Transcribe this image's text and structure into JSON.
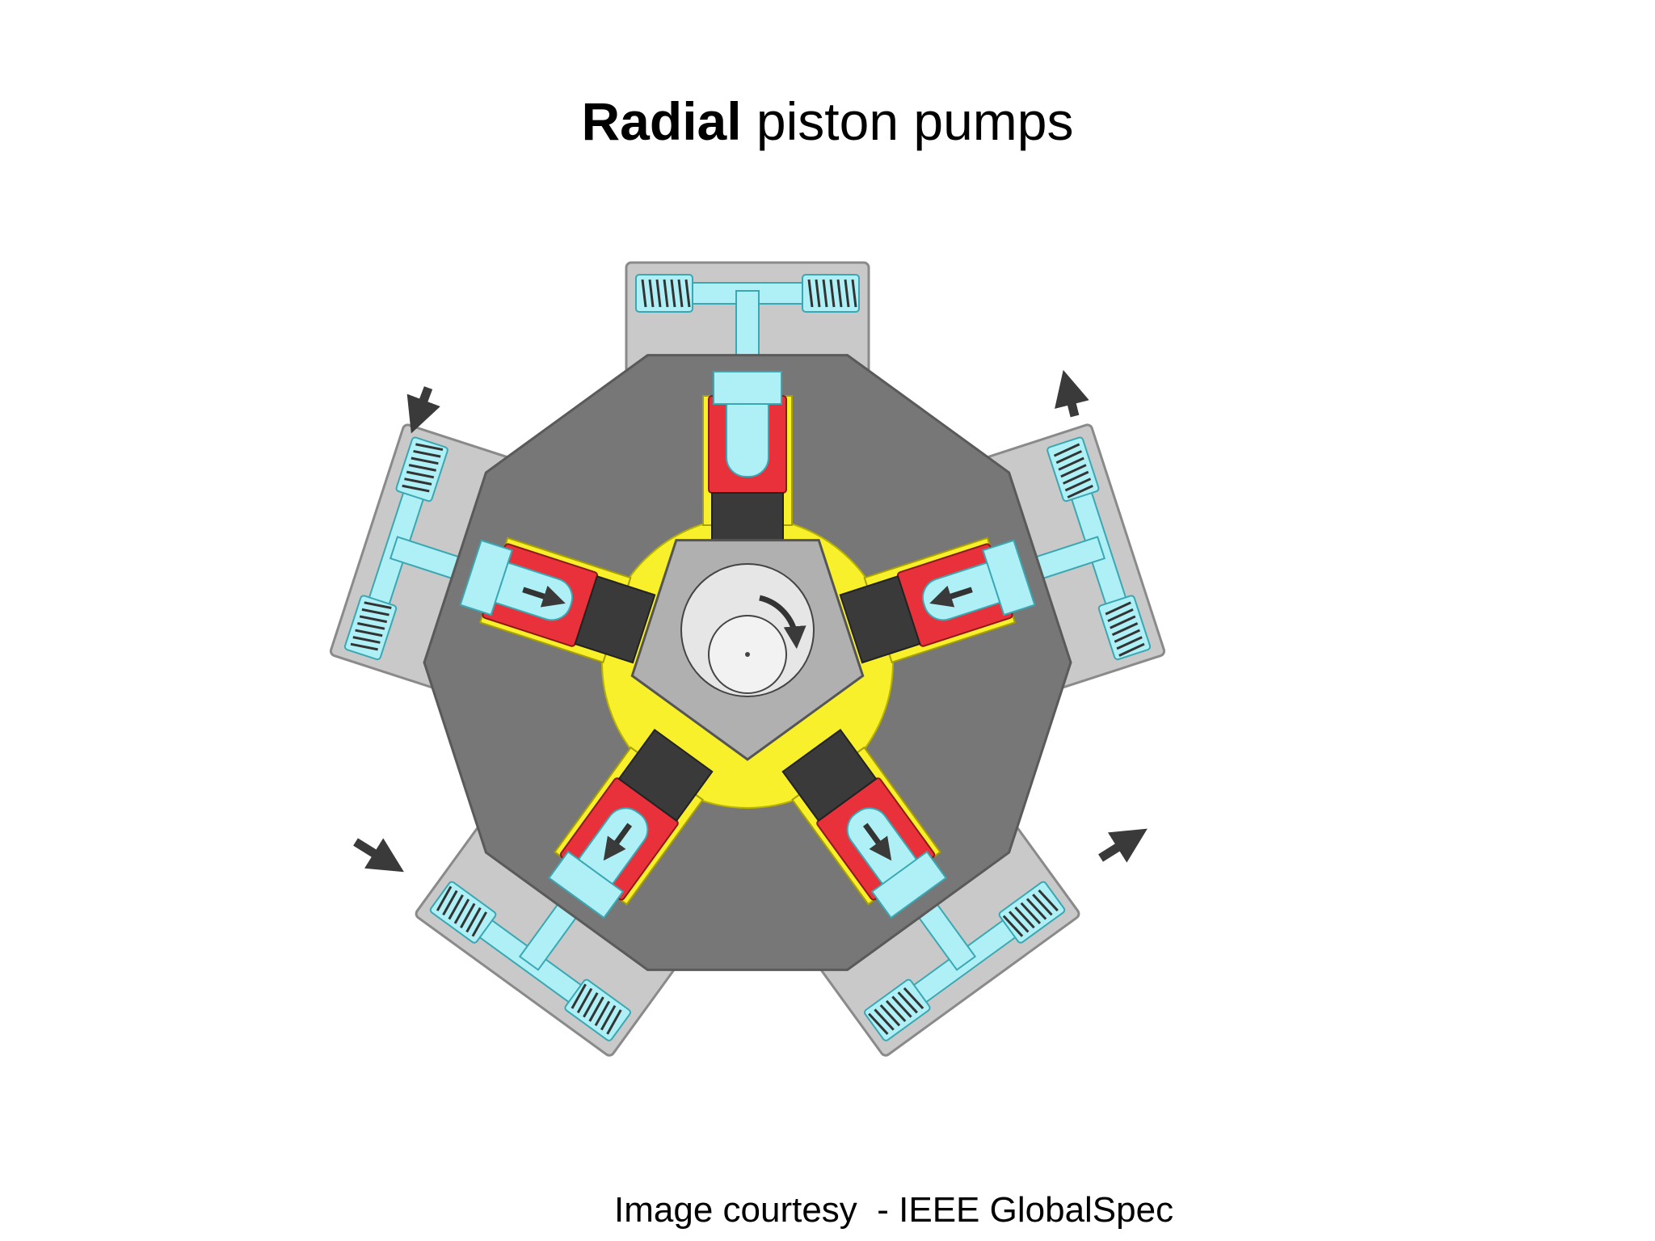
{
  "slide": {
    "title_bold": "Radial",
    "title_rest": " piston pumps",
    "caption": "Image courtesy  - IEEE GlobalSpec"
  },
  "diagram": {
    "piston_count": 5,
    "colors": {
      "housing": "#777777",
      "housing_edge": "#5a5a5a",
      "valve_block": "#c9c9c9",
      "valve_block_edge": "#8a8a8a",
      "cylinder_wall": "#e8313a",
      "liner": "#f7f02a",
      "fluid": "#aef0f5",
      "fluid_edge": "#3aa7b3",
      "piston_rod": "#3a3a3a",
      "cam_hub": "#b0b0b0",
      "cam_disc": "#e6e6e6",
      "arrow": "#3a3a3a"
    },
    "icons": {
      "flow_arrow": "arrow-icon",
      "rotation": "rotation-arrow-icon",
      "spring": "spring-icon"
    }
  }
}
